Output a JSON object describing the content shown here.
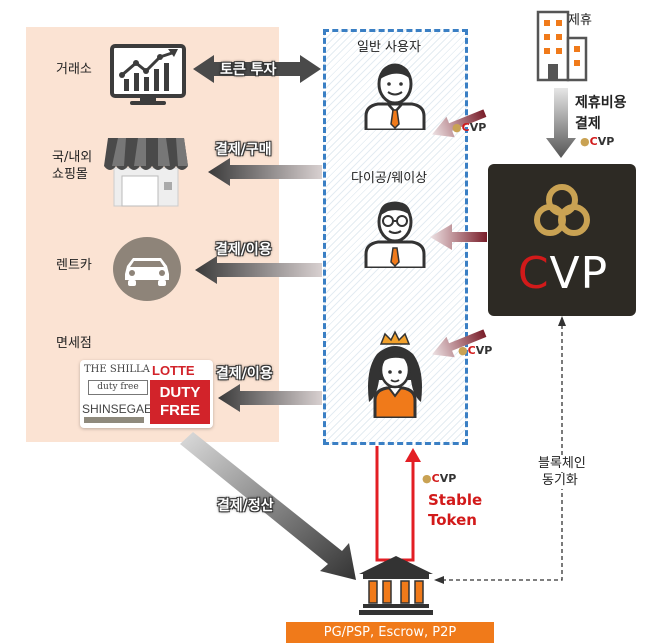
{
  "left_panel": {
    "exchange_label": "거래소",
    "shopping_label_1": "국/내외",
    "shopping_label_2": "쇼핑몰",
    "rentcar_label": "렌트카",
    "dutyfree_label": "면세점",
    "dutyfree_logo": {
      "shilla": "THE SHILLA",
      "shilla_sub": "duty free",
      "lotte": "LOTTE",
      "lotte_sub": "DUTY FREE",
      "shinsegae": "SHINSEGAE"
    }
  },
  "arrows": {
    "token_invest": "토큰 투자",
    "pay_buy": "결제/구매",
    "pay_use_1": "결제/이용",
    "pay_use_2": "결제/이용",
    "settle": "결제/정산"
  },
  "users": {
    "general_user": "일반 사용자",
    "daigong": "다이공/웨이상"
  },
  "partner": {
    "label": "제휴",
    "fee_1": "제휴비용",
    "fee_2": "결제",
    "cvp_small": "CVP"
  },
  "cvp_main": {
    "text": "CVP"
  },
  "small_cvp_labels": [
    "CVP",
    "CVP"
  ],
  "blockchain": {
    "line1": "블록체인",
    "line2": "동기화"
  },
  "stable": {
    "cvp": "CVP",
    "line1": "Stable",
    "line2": "Token"
  },
  "bank_bar": "PG/PSP, Escrow, P2P",
  "colors": {
    "accent_orange": "#f07a1a",
    "cvp_gold": "#c9a253",
    "red": "#d21a1a",
    "dash_blue": "#3a7fc4"
  }
}
